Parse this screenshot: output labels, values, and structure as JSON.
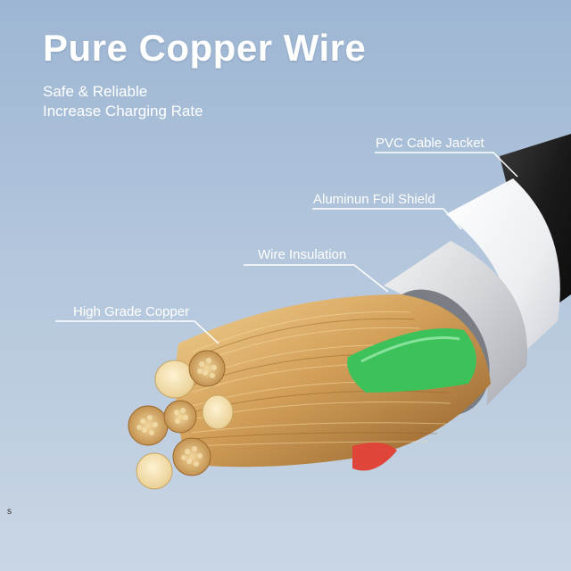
{
  "headline": "Pure Copper Wire",
  "subtitle": {
    "line1": "Safe & Reliable",
    "line2": "Increase Charging Rate"
  },
  "callouts": {
    "jacket": "PVC Cable Jacket",
    "foil": "Aluminun Foil Shield",
    "insulation": "Wire Insulation",
    "copper": "High Grade Copper"
  },
  "corner_mark": "s",
  "colors": {
    "background": "#aec3da",
    "jacket": "#1c1c1c",
    "foil_shield": "#f2f2f2",
    "insulation_sleeve": "#dcdcdc",
    "copper": "#d8a55c",
    "green_wire": "#3dc15a",
    "red_wire": "#e0453a",
    "label_text": "#ffffff"
  }
}
